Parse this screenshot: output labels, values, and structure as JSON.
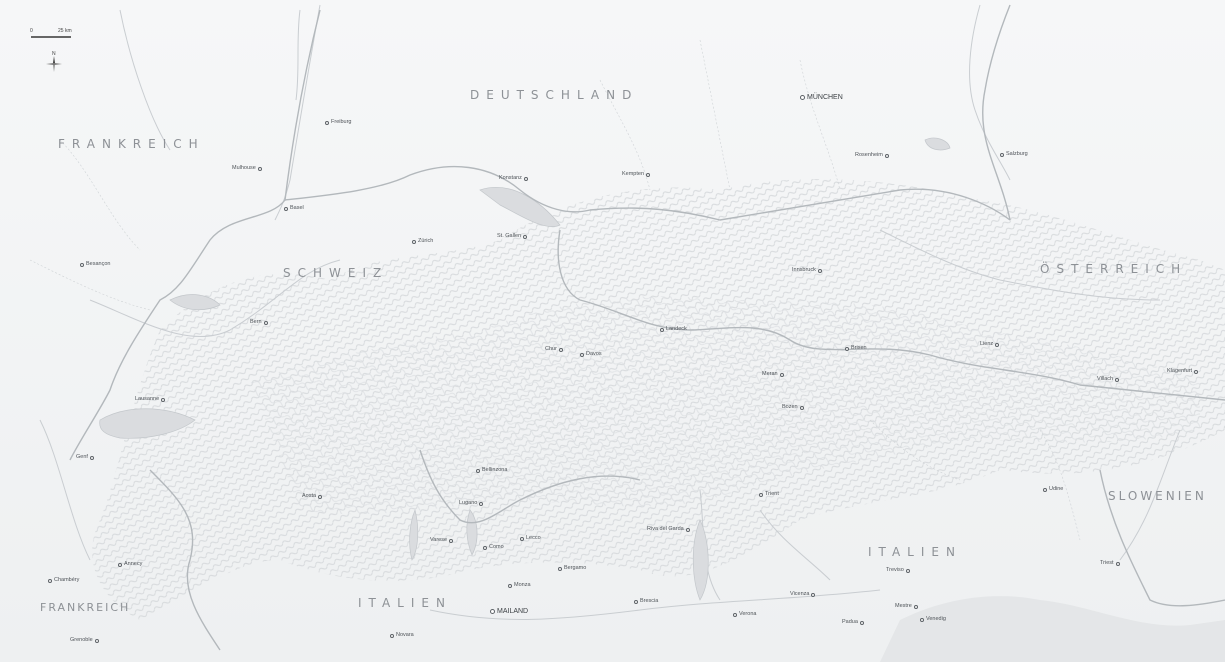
{
  "map": {
    "background": "#f3f4f5",
    "relief_color": "#d9dcdf",
    "border_color": "#b9bdc1",
    "river_color": "#c6cacd",
    "lake_color": "#d6d9dc"
  },
  "scale_bar": {
    "start": "0",
    "end": "25 km"
  },
  "compass": {
    "icon": "north-arrow-icon",
    "label": "N"
  },
  "countries": [
    {
      "id": "deutschland",
      "name": "DEUTSCHLAND"
    },
    {
      "id": "frankreich",
      "name": "FRANKREICH"
    },
    {
      "id": "schweiz",
      "name": "SCHWEIZ"
    },
    {
      "id": "osterreich",
      "name": "ÖSTERREICH"
    },
    {
      "id": "italien-east",
      "name": "ITALIEN"
    },
    {
      "id": "italien-west",
      "name": "ITALIEN"
    },
    {
      "id": "slowenien",
      "name": "SLOWENIEN"
    },
    {
      "id": "frankreich-south",
      "name": "FRANKREICH"
    }
  ],
  "cities": [
    {
      "id": "muenchen",
      "name": "MÜNCHEN",
      "major": true
    },
    {
      "id": "mailand",
      "name": "MAILAND",
      "major": true
    },
    {
      "id": "freiburg",
      "name": "Freiburg"
    },
    {
      "id": "mulhouse",
      "name": "Mulhouse"
    },
    {
      "id": "basel",
      "name": "Basel"
    },
    {
      "id": "zurich",
      "name": "Zürich"
    },
    {
      "id": "stgallen",
      "name": "St. Gallen"
    },
    {
      "id": "konstanz",
      "name": "Konstanz"
    },
    {
      "id": "bern",
      "name": "Bern"
    },
    {
      "id": "lausanne",
      "name": "Lausanne"
    },
    {
      "id": "genf",
      "name": "Genf"
    },
    {
      "id": "besancon",
      "name": "Besançon"
    },
    {
      "id": "salzburg",
      "name": "Salzburg"
    },
    {
      "id": "rosenheim",
      "name": "Rosenheim"
    },
    {
      "id": "innsbruck",
      "name": "Innsbruck"
    },
    {
      "id": "bozen",
      "name": "Bozen"
    },
    {
      "id": "trient",
      "name": "Trient"
    },
    {
      "id": "meran",
      "name": "Meran"
    },
    {
      "id": "villach",
      "name": "Villach"
    },
    {
      "id": "klagenfurt",
      "name": "Klagenfurt"
    },
    {
      "id": "udine",
      "name": "Udine"
    },
    {
      "id": "triest",
      "name": "Triest"
    },
    {
      "id": "treviso",
      "name": "Treviso"
    },
    {
      "id": "vicenza",
      "name": "Vicenza"
    },
    {
      "id": "verona",
      "name": "Verona"
    },
    {
      "id": "padua",
      "name": "Padua"
    },
    {
      "id": "mestre",
      "name": "Mestre"
    },
    {
      "id": "venedig",
      "name": "Venedig"
    },
    {
      "id": "brescia",
      "name": "Brescia"
    },
    {
      "id": "bergamo",
      "name": "Bergamo"
    },
    {
      "id": "monza",
      "name": "Monza"
    },
    {
      "id": "como",
      "name": "Como"
    },
    {
      "id": "varese",
      "name": "Varese"
    },
    {
      "id": "lugano",
      "name": "Lugano"
    },
    {
      "id": "bellinzona",
      "name": "Bellinzona"
    },
    {
      "id": "chur",
      "name": "Chur"
    },
    {
      "id": "davos",
      "name": "Davos"
    },
    {
      "id": "riva",
      "name": "Riva del Garda"
    },
    {
      "id": "lecco",
      "name": "Lecco"
    },
    {
      "id": "annecy",
      "name": "Annecy"
    },
    {
      "id": "chambery",
      "name": "Chambéry"
    },
    {
      "id": "grenoble",
      "name": "Grenoble"
    },
    {
      "id": "aosta",
      "name": "Aosta"
    },
    {
      "id": "novara",
      "name": "Novara"
    },
    {
      "id": "kempten",
      "name": "Kempten"
    },
    {
      "id": "landeck",
      "name": "Landeck"
    },
    {
      "id": "brixen",
      "name": "Brixen"
    },
    {
      "id": "lienz",
      "name": "Lienz"
    }
  ]
}
